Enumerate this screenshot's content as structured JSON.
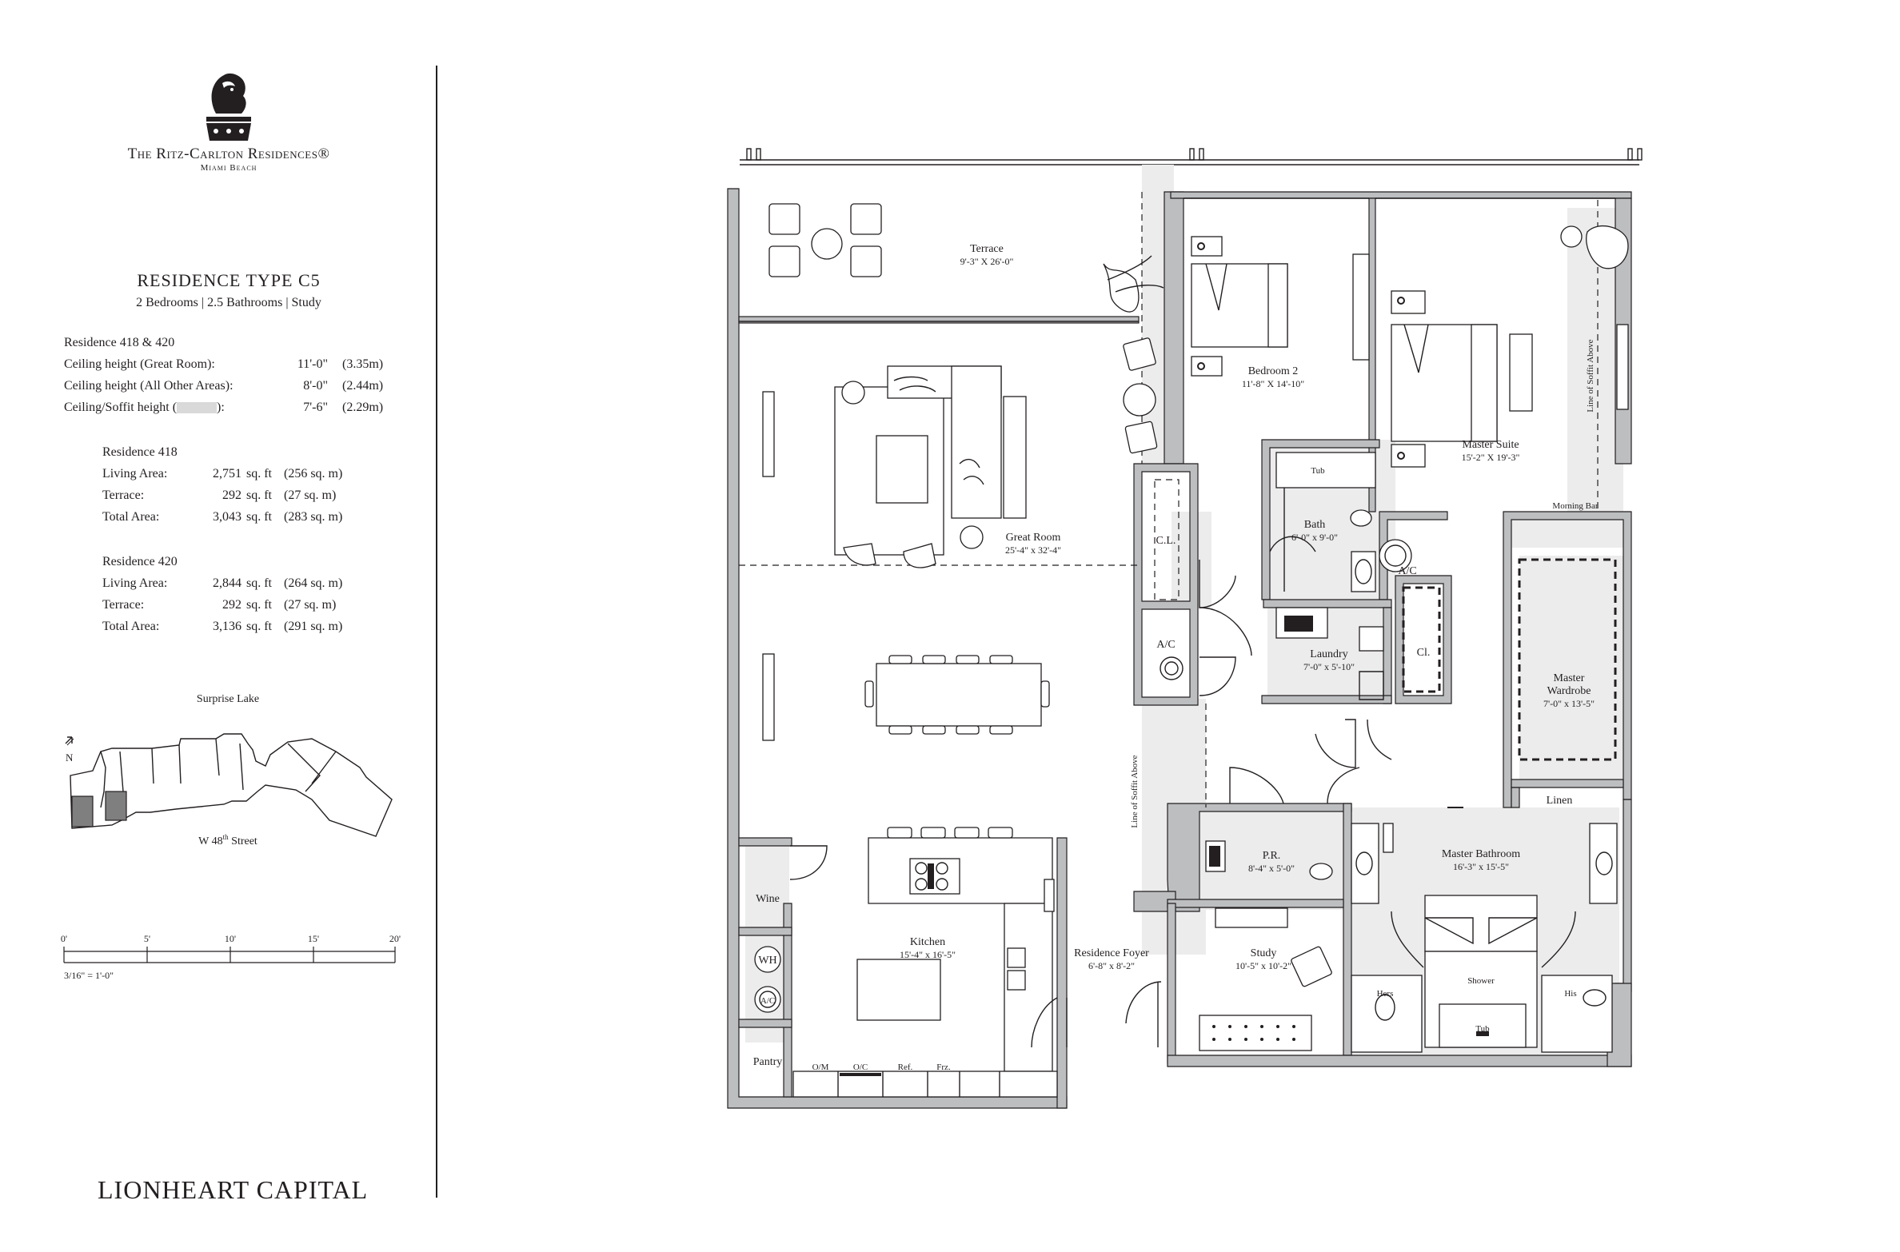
{
  "brand": {
    "name": "The Ritz-Carlton Residences®",
    "location": "Miami Beach",
    "developer": "LIONHEART CAPITAL"
  },
  "residence": {
    "title": "RESIDENCE TYPE C5",
    "subtitle": "2 Bedrooms | 2.5 Bathrooms | Study",
    "group_label": "Residence 418 & 420",
    "ceilings": [
      {
        "label": "Ceiling height (Great Room):",
        "ft": "11'-0\"",
        "m": "(3.35m)"
      },
      {
        "label": "Ceiling height (All Other Areas):",
        "ft": "8'-0\"",
        "m": "(2.44m)"
      },
      {
        "label": "Ceiling/Soffit height (",
        "label_end": "):",
        "ft": "7'-6\"",
        "m": "(2.29m)"
      }
    ],
    "units": [
      {
        "name": "Residence 418",
        "rows": [
          {
            "label": "Living Area:",
            "value": "2,751",
            "unit": "sq. ft",
            "metric": "(256 sq. m)"
          },
          {
            "label": "Terrace:",
            "value": "292",
            "unit": "sq. ft",
            "metric": "(27 sq. m)"
          },
          {
            "label": "Total Area:",
            "value": "3,043",
            "unit": "sq. ft",
            "metric": "(283 sq. m)"
          }
        ]
      },
      {
        "name": "Residence 420",
        "rows": [
          {
            "label": "Living Area:",
            "value": "2,844",
            "unit": "sq. ft",
            "metric": "(264 sq. m)"
          },
          {
            "label": "Terrace:",
            "value": "292",
            "unit": "sq. ft",
            "metric": "(27 sq. m)"
          },
          {
            "label": "Total Area:",
            "value": "3,136",
            "unit": "sq. ft",
            "metric": "(291 sq. m)"
          }
        ]
      }
    ]
  },
  "keyplan": {
    "north_label": "Surprise Lake",
    "south_label": "W 48",
    "south_label_sup": "th",
    "south_label_end": " Street",
    "compass": "N"
  },
  "scale": {
    "ticks": [
      "0'",
      "5'",
      "10'",
      "15'",
      "20'"
    ],
    "ratio": "3/16\" = 1'-0\""
  },
  "rooms": {
    "terrace": {
      "name": "Terrace",
      "dim": "9'-3\" X 26'-0\""
    },
    "great_room": {
      "name": "Great Room",
      "dim": "25'-4\" x 32'-4\""
    },
    "bedroom2": {
      "name": "Bedroom 2",
      "dim": "11'-8\" X 14'-10\""
    },
    "master_suite": {
      "name": "Master Suite",
      "dim": "15'-2\" X 19'-3\""
    },
    "bath": {
      "name": "Bath",
      "dim": "6'-0\" x 9'-0\""
    },
    "laundry": {
      "name": "Laundry",
      "dim": "7'-0\" x 5'-10\""
    },
    "master_wardrobe": {
      "name1": "Master",
      "name2": "Wardrobe",
      "dim": "7'-0\" x 13'-5\""
    },
    "kitchen": {
      "name": "Kitchen",
      "dim": "15'-4\" x 16'-5\""
    },
    "foyer": {
      "name": "Residence Foyer",
      "dim": "6'-8\" x 8'-2\""
    },
    "study": {
      "name": "Study",
      "dim": "10'-5\" x 10'-2\""
    },
    "pr": {
      "name": "P.R.",
      "dim": "8'-4\" x 5'-0\""
    },
    "master_bath": {
      "name": "Master Bathroom",
      "dim": "16'-3\" x 15'-5\""
    }
  },
  "labels": {
    "tub": "Tub",
    "cl_upper": "C.L.",
    "ac": "A/C",
    "cl": "Cl.",
    "linen": "Linen",
    "wine": "Wine",
    "wh": "WH",
    "pantry": "Pantry",
    "om": "O/M",
    "oc": "O/C",
    "ref": "Ref.",
    "frz": "Frz.",
    "morning_bar": "Morning Bar",
    "hers": "Hers",
    "his": "His",
    "shower": "Shower",
    "soffit": "Line of Soffit Above"
  }
}
